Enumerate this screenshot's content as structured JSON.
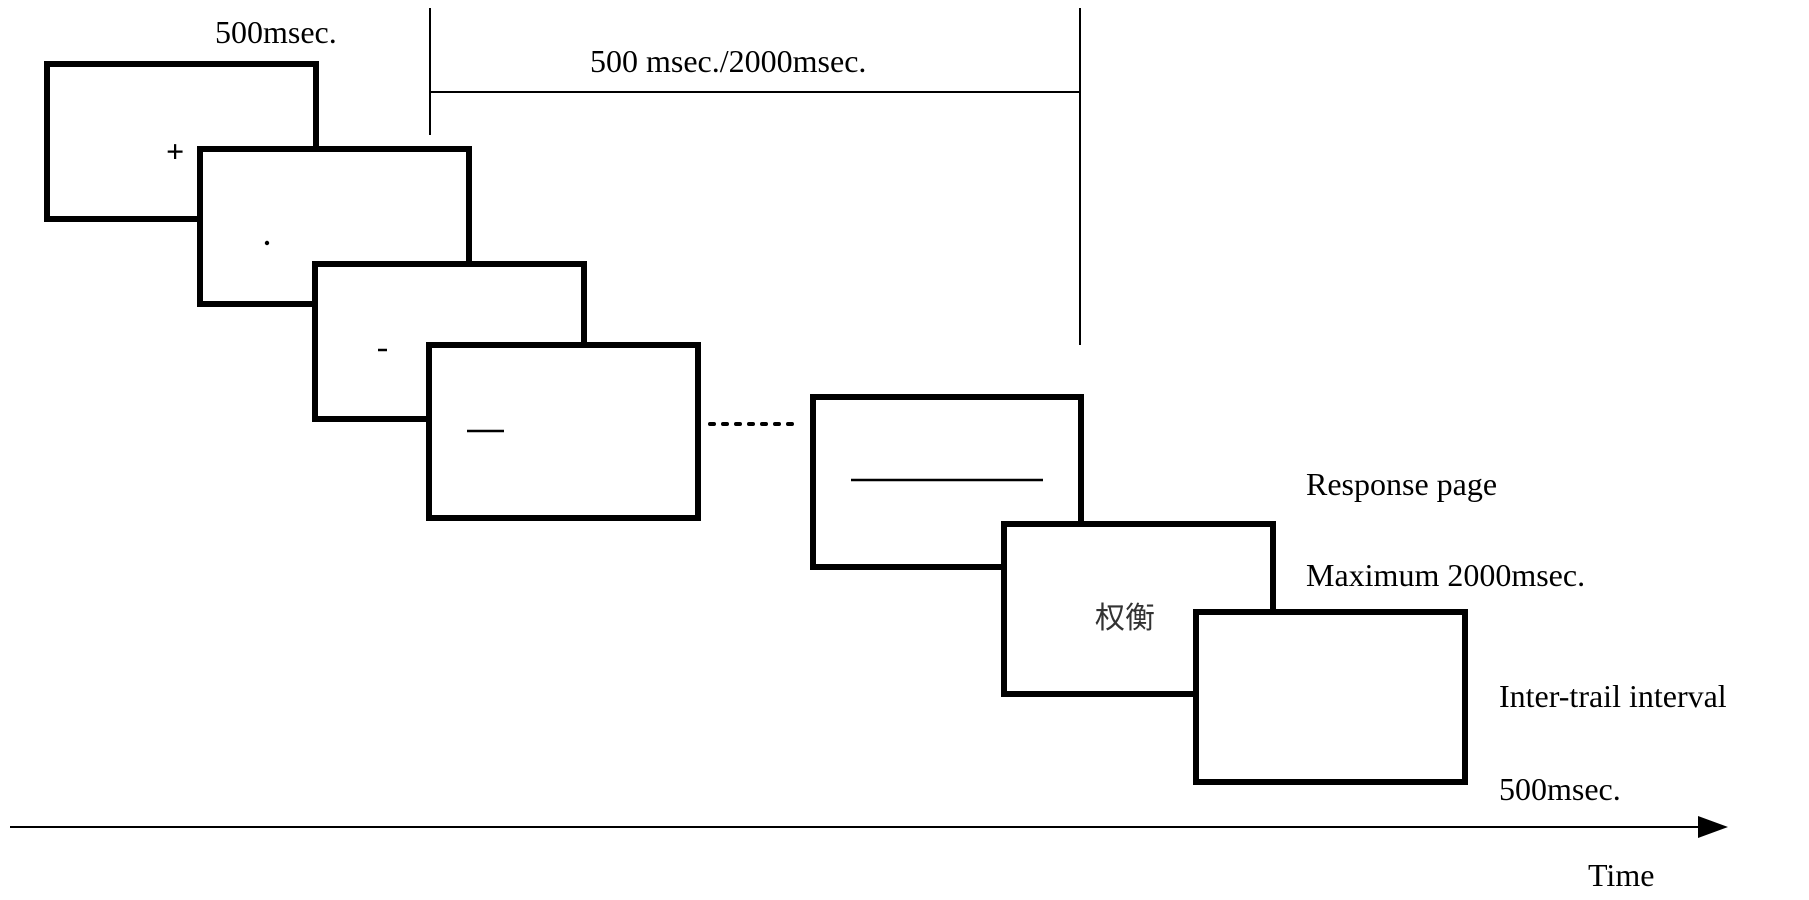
{
  "timing": {
    "fixation": "500msec.",
    "stimulus_window": "500 msec./2000msec."
  },
  "frames": {
    "fixation_symbol": "+",
    "response_word": "权衡"
  },
  "right_labels": {
    "response_page": "Response page",
    "max_duration": "Maximum 2000msec.",
    "iti_label": "Inter-trail interval",
    "iti_duration": "500msec."
  },
  "axis": {
    "label": "Time"
  }
}
